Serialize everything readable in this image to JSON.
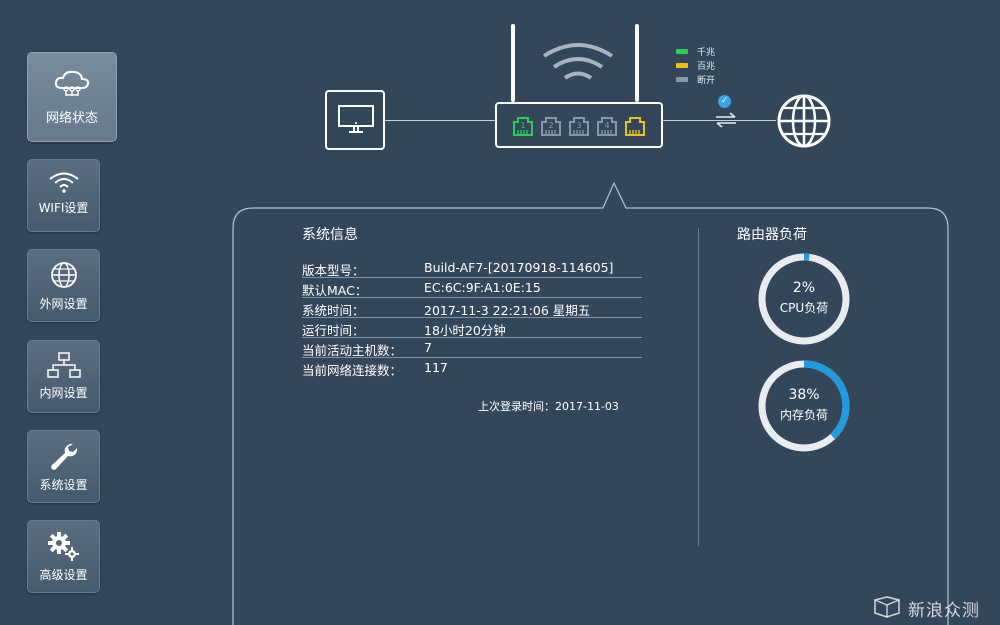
{
  "sidebar": {
    "items": [
      {
        "label": "网络状态",
        "icon": "cloud-network-icon",
        "active": true
      },
      {
        "label": "WIFI设置",
        "icon": "wifi-icon",
        "active": false
      },
      {
        "label": "外网设置",
        "icon": "globe-icon",
        "active": false
      },
      {
        "label": "内网设置",
        "icon": "lan-tree-icon",
        "active": false
      },
      {
        "label": "系统设置",
        "icon": "wrench-icon",
        "active": false
      },
      {
        "label": "高级设置",
        "icon": "gears-icon",
        "active": false
      }
    ]
  },
  "topology": {
    "legend": [
      {
        "label": "千兆",
        "color": "#2ecc55"
      },
      {
        "label": "百兆",
        "color": "#e8c21a"
      },
      {
        "label": "断开",
        "color": "#8a97a4"
      }
    ],
    "ports": [
      {
        "number": "1",
        "status": "千兆",
        "color": "#2ecc55"
      },
      {
        "number": "2",
        "status": "断开",
        "color": "#8a97a4"
      },
      {
        "number": "3",
        "status": "断开",
        "color": "#8a97a4"
      },
      {
        "number": "4",
        "status": "断开",
        "color": "#8a97a4"
      },
      {
        "number": "",
        "status": "百兆",
        "color": "#e8c21a"
      }
    ]
  },
  "system_info": {
    "title": "系统信息",
    "rows": [
      {
        "key": "版本型号：",
        "value": "Build-AF7-[20170918-114605]"
      },
      {
        "key": "默认MAC：",
        "value": "EC:6C:9F:A1:0E:15"
      },
      {
        "key": "系统时间：",
        "value": "2017-11-3 22:21:06 星期五"
      },
      {
        "key": "运行时间：",
        "value": "18小时20分钟"
      },
      {
        "key": "当前活动主机数：",
        "value": "7"
      },
      {
        "key": "当前网络连接数：",
        "value": "117"
      }
    ],
    "last_login": "上次登录时间：2017-11-03"
  },
  "load": {
    "title": "路由器负荷",
    "gauges": [
      {
        "percent": 2,
        "percent_label": "2%",
        "name": "CPU负荷"
      },
      {
        "percent": 38,
        "percent_label": "38%",
        "name": "内存负荷"
      }
    ],
    "accent": "#1f9be0",
    "track": "#e8ecef"
  },
  "watermark": "新浪众测"
}
